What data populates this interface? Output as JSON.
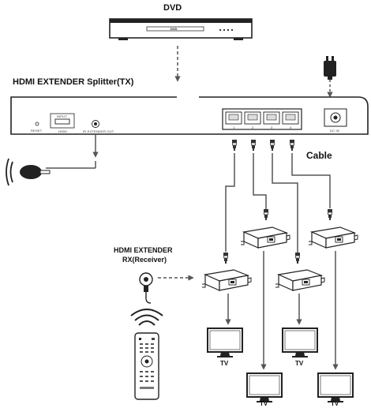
{
  "labels": {
    "dvd_title": "DVD",
    "dvd_slot": "DVD",
    "tx_title": "HDMI EXTENDER Splitter(TX)",
    "rx_title_line1": "HDMI EXTENDER",
    "rx_title_line2": "RX(Receiver)",
    "cable": "Cable",
    "input": "INPUT",
    "hdmi": "HDMI",
    "reset": "RESET",
    "ir_out": "IR EXTENDER OUT",
    "dc_in": "DC IN",
    "port1": "1",
    "port2": "2",
    "port3": "3",
    "port4": "4",
    "tv_label": "TV"
  }
}
